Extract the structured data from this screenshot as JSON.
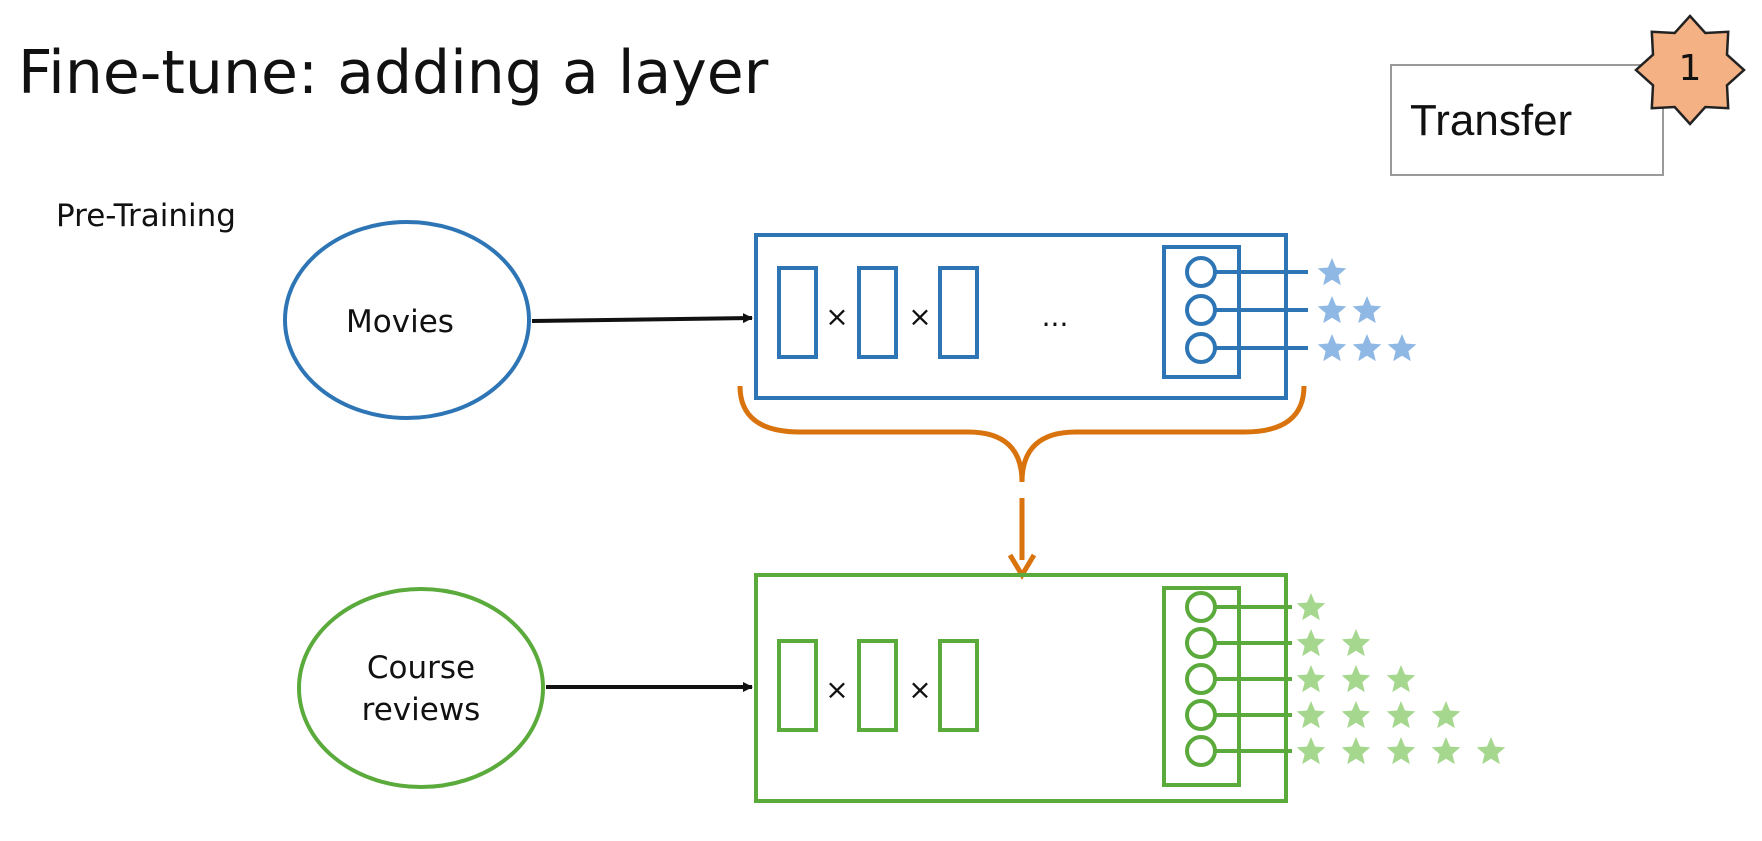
{
  "slide": {
    "title": "Fine-tune: adding a layer",
    "section_label": "Pre-Training"
  },
  "badge": {
    "label": "Transfer",
    "step_number": "1",
    "star_color": "#f4b183"
  },
  "pretraining": {
    "input_label": "Movies",
    "ellipsis": "...",
    "operators": [
      "×",
      "×"
    ],
    "output_star_counts": [
      1,
      2,
      3
    ],
    "color": "#2e75b6",
    "star_color": "#8fb8e4"
  },
  "finetune": {
    "input_label_lines": [
      "Course",
      "reviews"
    ],
    "operators": [
      "×",
      "×"
    ],
    "output_star_counts": [
      1,
      2,
      3,
      4,
      5
    ],
    "color": "#5aaa3c",
    "star_color": "#a6d78f"
  },
  "transfer_arrow_color": "#d9730d"
}
